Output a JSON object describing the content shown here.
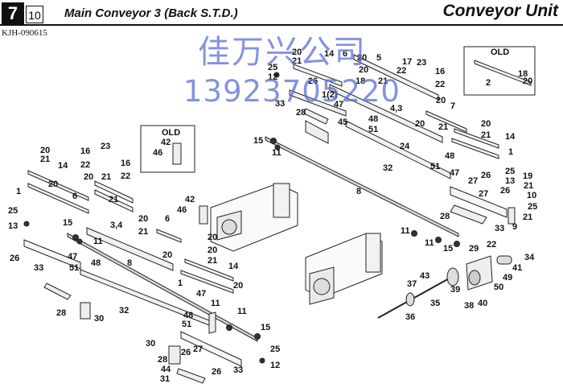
{
  "header": {
    "page_number": "7",
    "sub_number": "10",
    "title": "Main Conveyor 3 (Back S.T.D.)",
    "unit": "Conveyor Unit",
    "code": "KJH-090615"
  },
  "watermark": {
    "line1": "佳万兴公司",
    "line2": "13923705220"
  },
  "boxes": {
    "old_label": "OLD"
  },
  "callouts": {
    "n20_a": "20",
    "n21_a": "21",
    "n14_a": "14",
    "n20_b": "20",
    "n1_a": "1",
    "n16_a": "16",
    "n23_a": "23",
    "n22_a": "22",
    "n16_b": "16",
    "n22_b": "22",
    "n20_c": "20",
    "n21_b": "21",
    "n6_a": "6",
    "n21_c": "21",
    "n25_a": "25",
    "n13_a": "13",
    "n15_a": "15",
    "n11_a": "11",
    "n3_4": "3,4",
    "n26_a": "26",
    "n47_a": "47",
    "n51_a": "51",
    "n33_a": "33",
    "n48_a": "48",
    "n8_a": "8",
    "n28_a": "28",
    "n30_a": "30",
    "n32_a": "32",
    "n20_d": "20",
    "n21_d": "21",
    "n6_b": "6",
    "n42_a": "42",
    "n46_a": "46",
    "n20_e": "20",
    "n20_f": "20",
    "n21_e": "21",
    "n14_b": "14",
    "n1_b": "1",
    "n20_g": "20",
    "n47_b": "47",
    "n11_b": "11",
    "n48_b": "48",
    "n51_b": "51",
    "n11_c": "11",
    "n15_b": "15",
    "n30_b": "30",
    "n28_b": "28",
    "n26_b": "26",
    "n27_a": "27",
    "n44_a": "44",
    "n31_a": "31",
    "n26_c": "26",
    "n33_b": "33",
    "n25_b": "25",
    "n12_a": "12",
    "n42_old": "42",
    "n46_old": "46",
    "n20_h": "20",
    "n21_f": "21",
    "n25_c": "25",
    "n12_b": "12",
    "n14_c": "14",
    "n26_d": "26",
    "n33_c": "33",
    "n28_c": "28",
    "n45_a": "45",
    "n15_c": "15",
    "n11_d": "11",
    "n48_c": "48",
    "n51_c": "51",
    "n6_c": "6",
    "n20_i": "20",
    "n18_a": "18",
    "n5_a": "5",
    "n20_j": "20",
    "n21_g": "21",
    "n1_2": "1(2)",
    "n47_c": "47",
    "n4_3": "4,3",
    "n17_a": "17",
    "n23_b": "23",
    "n22_c": "22",
    "n16_c": "16",
    "n22_d": "22",
    "n20_k": "20",
    "n7_a": "7",
    "n20_l": "20",
    "n21_h": "21",
    "n20_m": "20",
    "n21_i": "21",
    "n14_d": "14",
    "n1_c": "1",
    "n24_a": "24",
    "n32_b": "32",
    "n48_d": "48",
    "n51_d": "51",
    "n47_d": "47",
    "n27_b": "27",
    "n26_e": "26",
    "n25_d": "25",
    "n13_b": "13",
    "n19_a": "19",
    "n27_c": "27",
    "n21_j": "21",
    "n26_f": "26",
    "n10_a": "10",
    "n25_e": "25",
    "n21_k": "21",
    "n8_b": "8",
    "n28_d": "28",
    "n11_e": "11",
    "n11_f": "11",
    "n15_d": "15",
    "n33_d": "33",
    "n9_a": "9",
    "n18_old": "18",
    "n20_old": "20",
    "n2_old": "2",
    "n29_a": "29",
    "n22_e": "22",
    "n34_a": "34",
    "n41_a": "41",
    "n49_a": "49",
    "n50_a": "50",
    "n43_a": "43",
    "n37_a": "37",
    "n39_a": "39",
    "n35_a": "35",
    "n36_a": "36",
    "n38_a": "38",
    "n40_a": "40"
  }
}
